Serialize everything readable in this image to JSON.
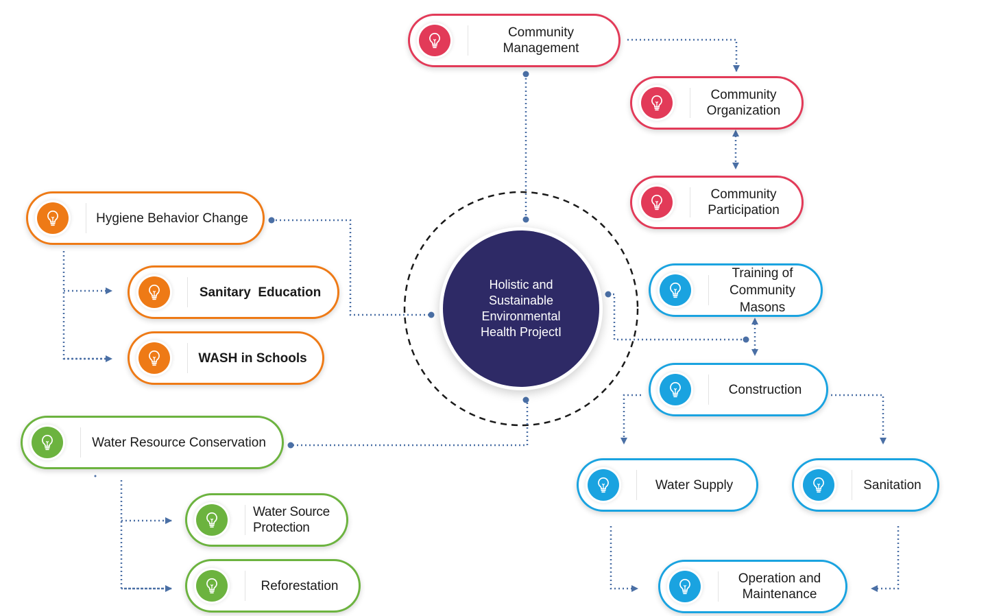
{
  "center": {
    "label": "Holistic and\nSustainable\nEnvironmental\nHealth ProjectI"
  },
  "colors": {
    "red": "#e23a58",
    "orange": "#ee7a16",
    "blue": "#1aa3e0",
    "green": "#6cb33f",
    "center": "#2e2a66",
    "connector": "#4a6fa5"
  },
  "icon": "lightbulb-icon",
  "nodes": {
    "community_management": "Community\nManagement",
    "community_organization": "Community\nOrganization",
    "community_participation": "Community\nParticipation",
    "hygiene_behavior_change": "Hygiene Behavior Change",
    "sanitary_education": "Sanitary  Education",
    "wash_in_schools": "WASH in Schools",
    "training_of_community_masons": "Training of\nCommunity\nMasons",
    "construction": "Construction",
    "water_supply": "Water Supply",
    "sanitation": "Sanitation",
    "operation_and_maintenance": "Operation and\nMaintenance",
    "water_resource_conservation": "Water Resource Conservation",
    "water_source_protection": "Water Source\nProtection",
    "reforestation": "Reforestation"
  }
}
